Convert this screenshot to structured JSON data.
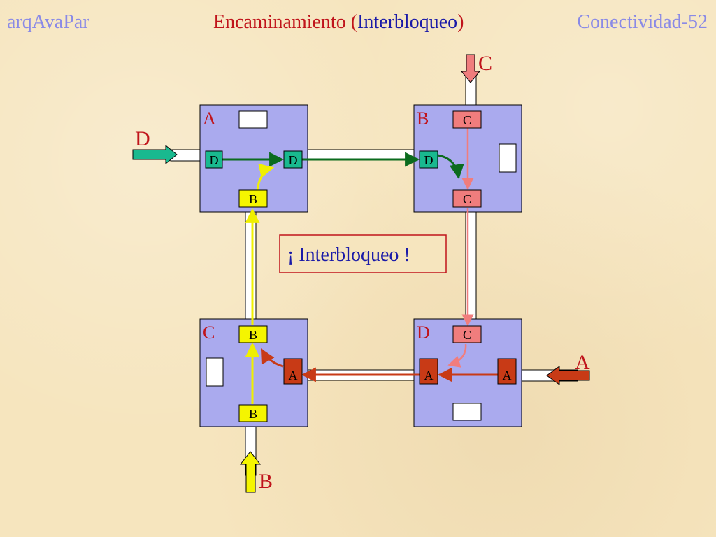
{
  "header": {
    "left": "arqAvaPar",
    "title_main": "Encaminamiento (",
    "title_accent": "Interbloqueo",
    "title_close": ")",
    "right": "Conectividad-52"
  },
  "nodes": {
    "A": "A",
    "B": "B",
    "C": "C",
    "D": "D"
  },
  "buffers": {
    "A_in_D": "D",
    "A_out_D": "D",
    "A_buf_B": "B",
    "B_top_C": "C",
    "B_in_D": "D",
    "B_bot_C": "C",
    "C_top_B": "B",
    "C_right_A": "A",
    "C_bot_B": "B",
    "D_top_C": "C",
    "D_left_A": "A",
    "D_right_A": "A"
  },
  "sources": {
    "C": "C",
    "D": "D",
    "A": "A",
    "B": "B"
  },
  "callout": "¡ Interbloqueo !",
  "colors": {
    "node_fill": "#aaaaee",
    "D_message": "#19b98f",
    "C_message": "#f07d7d",
    "A_message": "#c83a16",
    "B_message": "#f5f500",
    "label": "#c0141b",
    "callout_text": "#1a1aa8"
  }
}
